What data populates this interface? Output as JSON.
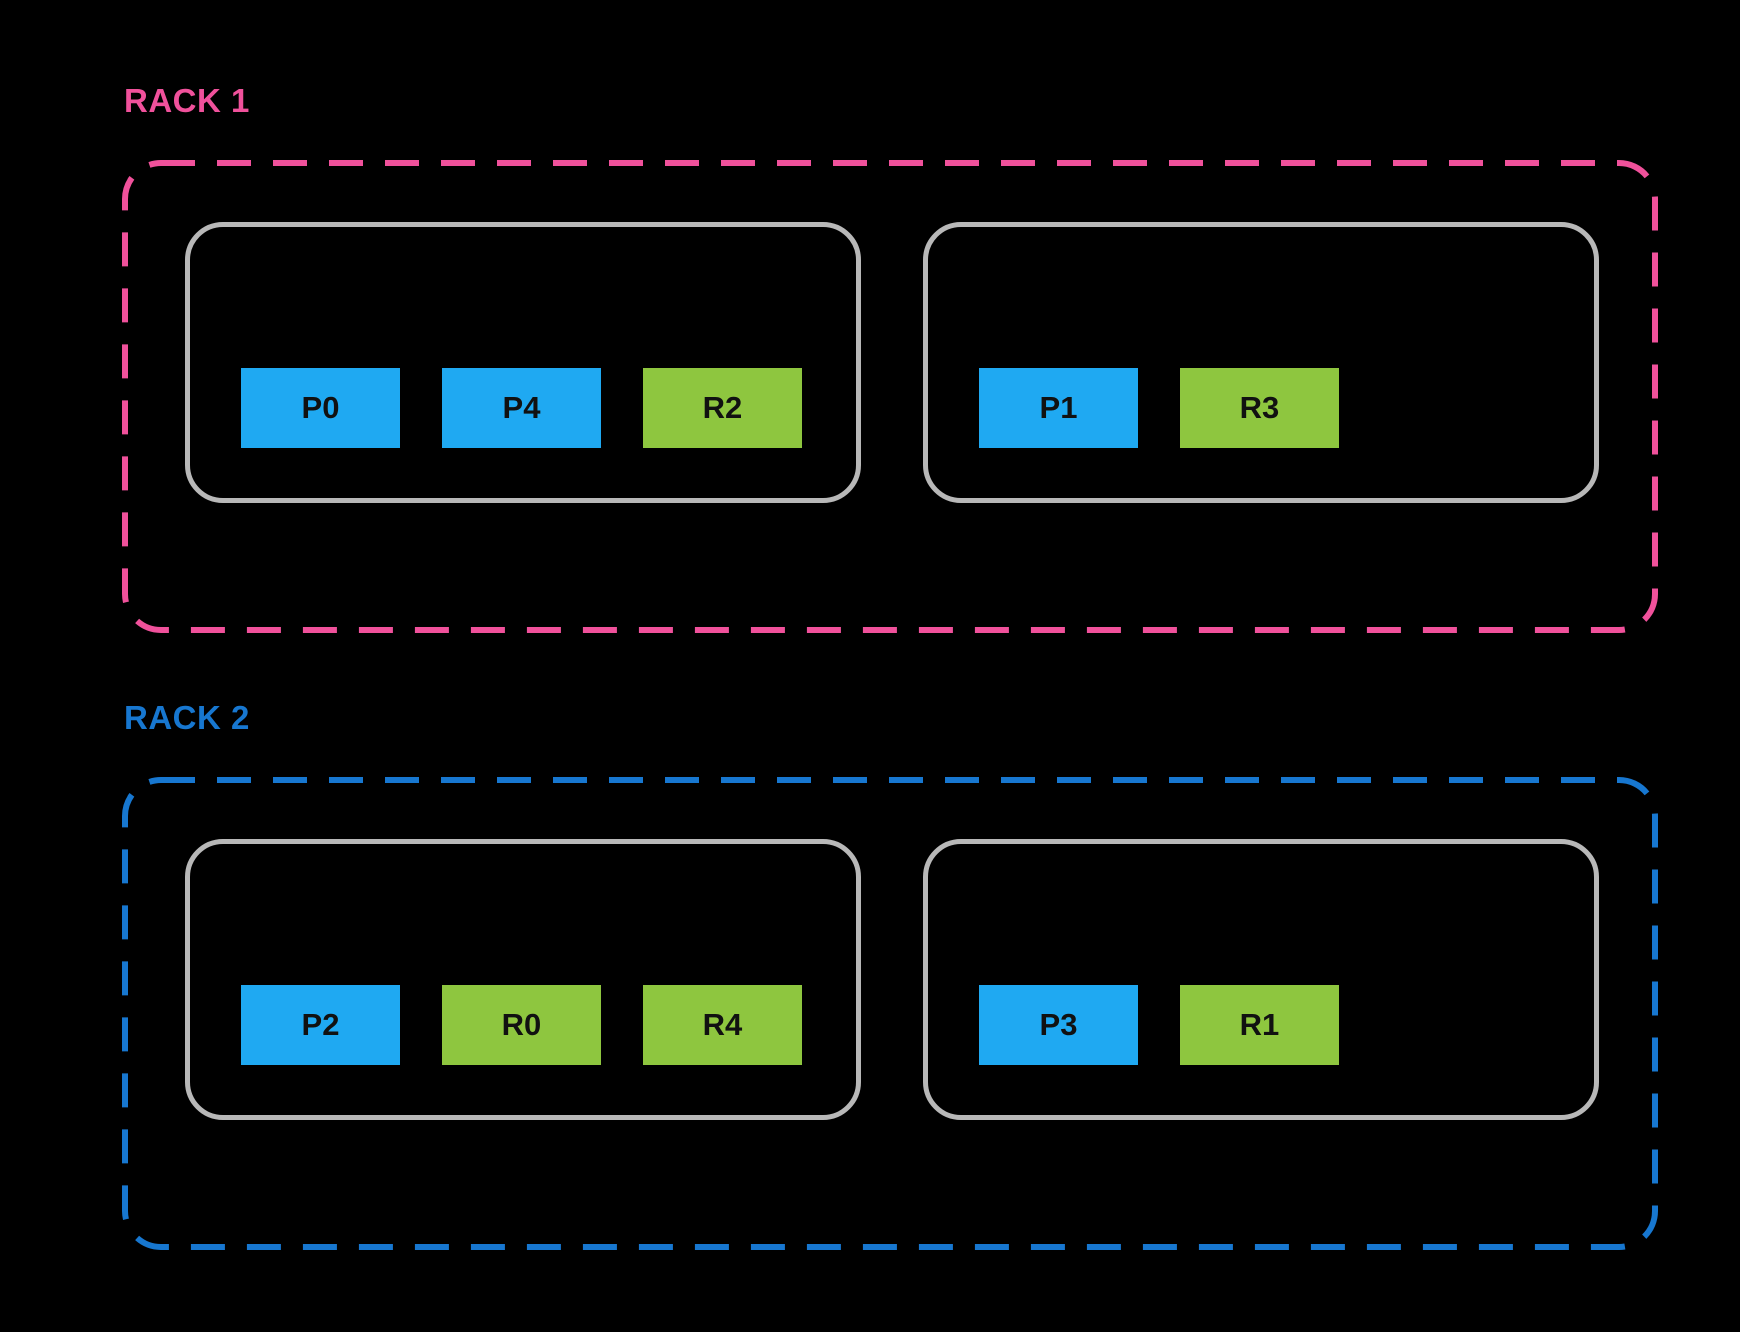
{
  "colors": {
    "background": "#000000",
    "rack1_pink": "#F0519B",
    "rack2_blue": "#1777D0",
    "pod_blue": "#1FA9F2",
    "replica_green": "#8EC63F",
    "node_border_gray": "#B8B8B8",
    "box_text": "#111111"
  },
  "racks": [
    {
      "label": "RACK 1",
      "nodes": [
        {
          "boxes": [
            {
              "label": "P0",
              "kind": "pod"
            },
            {
              "label": "P4",
              "kind": "pod"
            },
            {
              "label": "R2",
              "kind": "replica"
            }
          ]
        },
        {
          "boxes": [
            {
              "label": "P1",
              "kind": "pod"
            },
            {
              "label": "R3",
              "kind": "replica"
            }
          ]
        }
      ]
    },
    {
      "label": "RACK 2",
      "nodes": [
        {
          "boxes": [
            {
              "label": "P2",
              "kind": "pod"
            },
            {
              "label": "R0",
              "kind": "replica"
            },
            {
              "label": "R4",
              "kind": "replica"
            }
          ]
        },
        {
          "boxes": [
            {
              "label": "P3",
              "kind": "pod"
            },
            {
              "label": "R1",
              "kind": "replica"
            }
          ]
        }
      ]
    }
  ]
}
